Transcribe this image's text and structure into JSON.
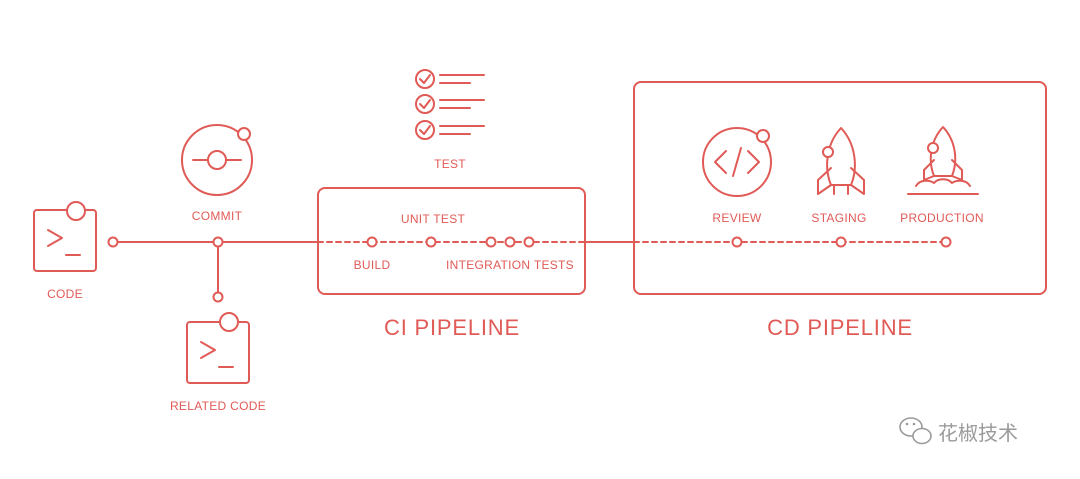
{
  "colors": {
    "accent": "#e05a56",
    "background": "#ffffff",
    "watermark": "#9a9a9a"
  },
  "nodes": {
    "code": "CODE",
    "commit": "COMMIT",
    "related_code": "RELATED CODE",
    "test": "TEST",
    "unit_test": "UNIT TEST",
    "build": "BUILD",
    "integration_tests": "INTEGRATION TESTS",
    "review": "REVIEW",
    "staging": "STAGING",
    "production": "PRODUCTION"
  },
  "pipelines": {
    "ci": "CI PIPELINE",
    "cd": "CD PIPELINE"
  },
  "watermark": {
    "text": "花椒技术",
    "icon": "wechat-icon"
  }
}
